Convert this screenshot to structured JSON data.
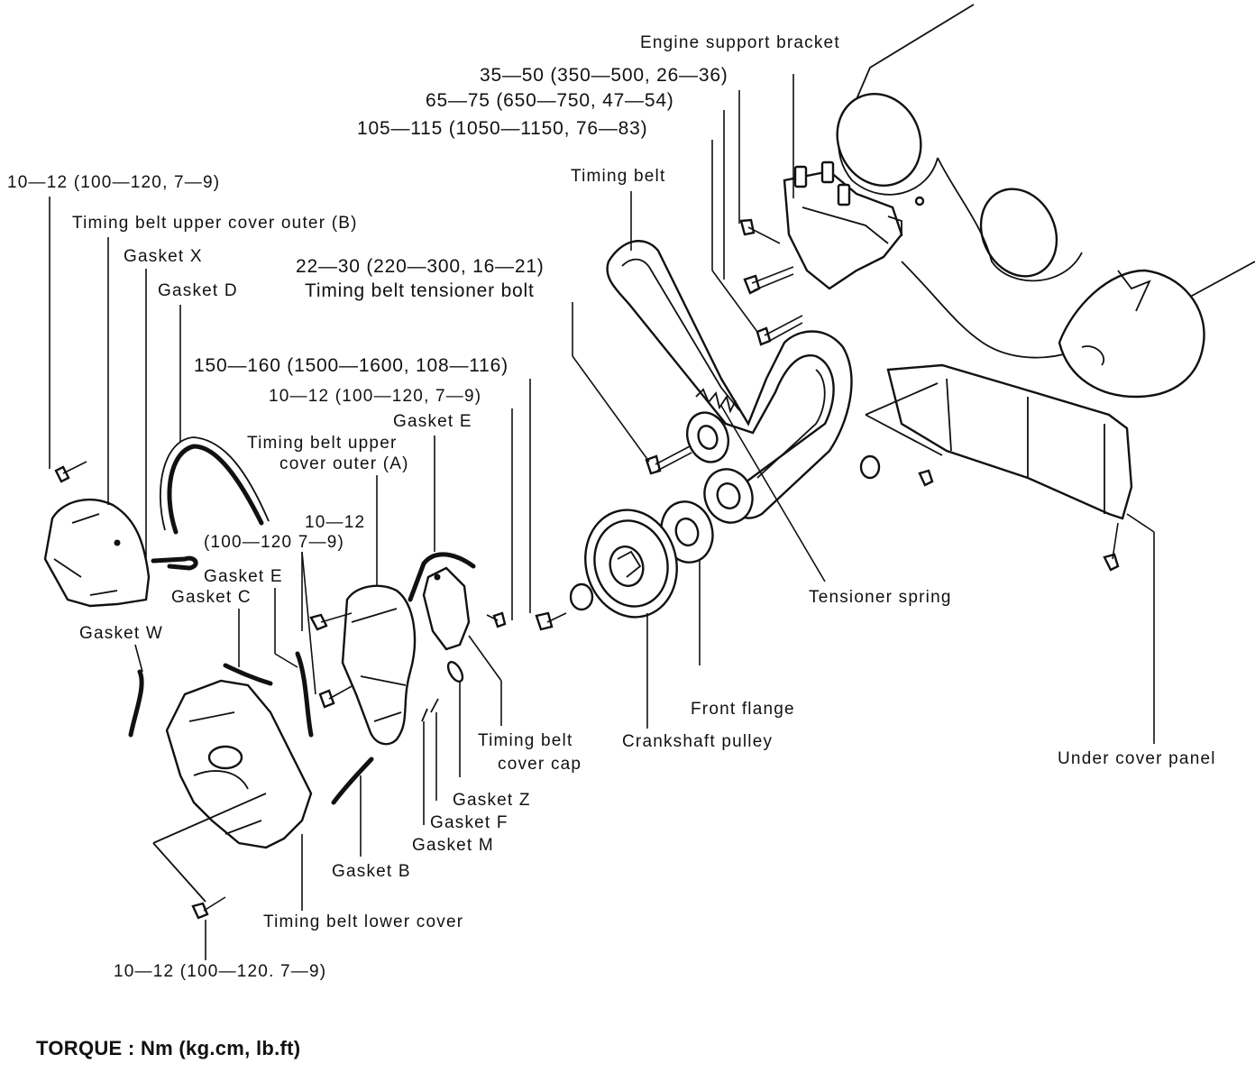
{
  "labels": {
    "engine_support_bracket": "Engine support bracket",
    "torque_35_50": "35—50 (350—500, 26—36)",
    "torque_65_75": "65—75 (650—750, 47—54)",
    "torque_105_115": "105—115 (1050—1150, 76—83)",
    "timing_belt": "Timing belt",
    "torque_10_12_top": "10—12 (100—120, 7—9)",
    "upper_cover_outer_b": "Timing belt upper cover outer (B)",
    "gasket_x": "Gasket X",
    "gasket_d": "Gasket D",
    "torque_22_30": "22—30 (220—300, 16—21)",
    "tensioner_bolt": "Timing belt tensioner bolt",
    "torque_150_160": "150—160 (1500—1600, 108—116)",
    "torque_10_12_mid": "10—12 (100—120, 7—9)",
    "gasket_e_upper": "Gasket E",
    "upper_cover_outer_a_line1": "Timing belt upper",
    "upper_cover_outer_a_line2": "cover outer (A)",
    "torque_10_12_cover_line1": "10—12",
    "torque_10_12_cover_line2": "(100—120  7—9)",
    "gasket_e_lower": "Gasket E",
    "gasket_c": "Gasket C",
    "gasket_w": "Gasket W",
    "tensioner_spring": "Tensioner spring",
    "front_flange": "Front flange",
    "crankshaft_pulley": "Crankshaft pulley",
    "cover_cap_line1": "Timing belt",
    "cover_cap_line2": "cover cap",
    "under_cover_panel": "Under cover panel",
    "gasket_z": "Gasket Z",
    "gasket_f": "Gasket F",
    "gasket_m": "Gasket M",
    "gasket_b": "Gasket B",
    "lower_cover": "Timing belt lower cover",
    "torque_10_12_bottom": "10—12 (100—120. 7—9)"
  },
  "footer": {
    "torque_units": "TORQUE : Nm (kg.cm, lb.ft)"
  }
}
